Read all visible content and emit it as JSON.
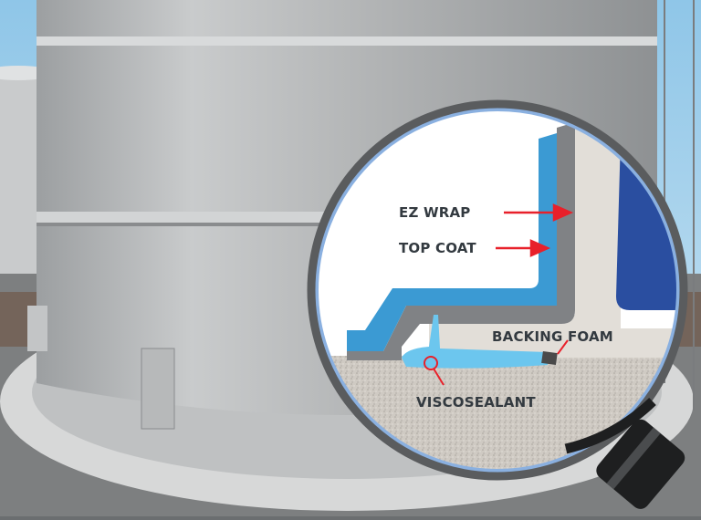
{
  "diagram": {
    "type": "illustration with magnifier callout",
    "subject": "Storage tank chime area weather seal cross-section",
    "labels": {
      "ez_wrap": "EZ WRAP",
      "top_coat": "TOP COAT",
      "backing_foam": "BACKING FOAM",
      "viscosealant": "VISCOSEALANT"
    },
    "colors": {
      "top_coat": "#3b9ad3",
      "ez_wrap": "#808285",
      "tank_interior": "#2a4ea0",
      "concrete": "#cfcac3",
      "sealant": "#6cc6ee",
      "arrow": "#e8202a",
      "magnifier_rim": "#5a5c5e",
      "magnifier_inner_ring": "#8ab0e0"
    }
  }
}
